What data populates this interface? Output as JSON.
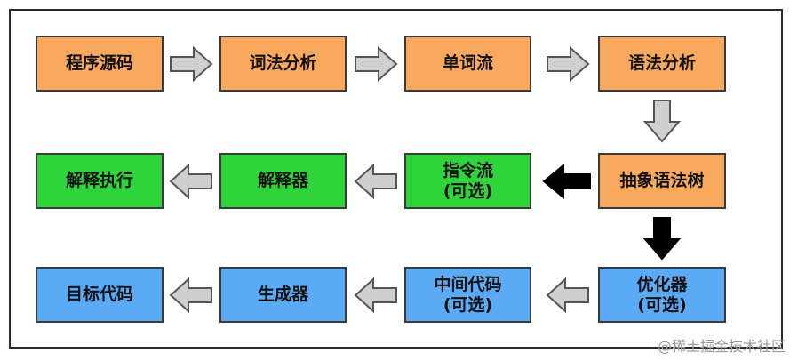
{
  "nodes": {
    "source_code": "程序源码",
    "lexer": "词法分析",
    "token_stream": "单词流",
    "parser": "语法分析",
    "ast": "抽象语法树",
    "instruction_stream": "指令流",
    "instruction_stream_note": "(可选)",
    "interpreter": "解释器",
    "interpret_execute": "解释执行",
    "optimizer": "优化器",
    "optimizer_note": "(可选)",
    "intermediate_code": "中间代码",
    "intermediate_code_note": "(可选)",
    "generator": "生成器",
    "target_code": "目标代码"
  },
  "colors": {
    "orange": "#f8a95e",
    "green": "#2fd33a",
    "blue": "#5aaaf6",
    "gray_arrow": "#cfcfcf",
    "black_arrow": "#000000"
  },
  "watermark": "@稀土掘金技术社区"
}
